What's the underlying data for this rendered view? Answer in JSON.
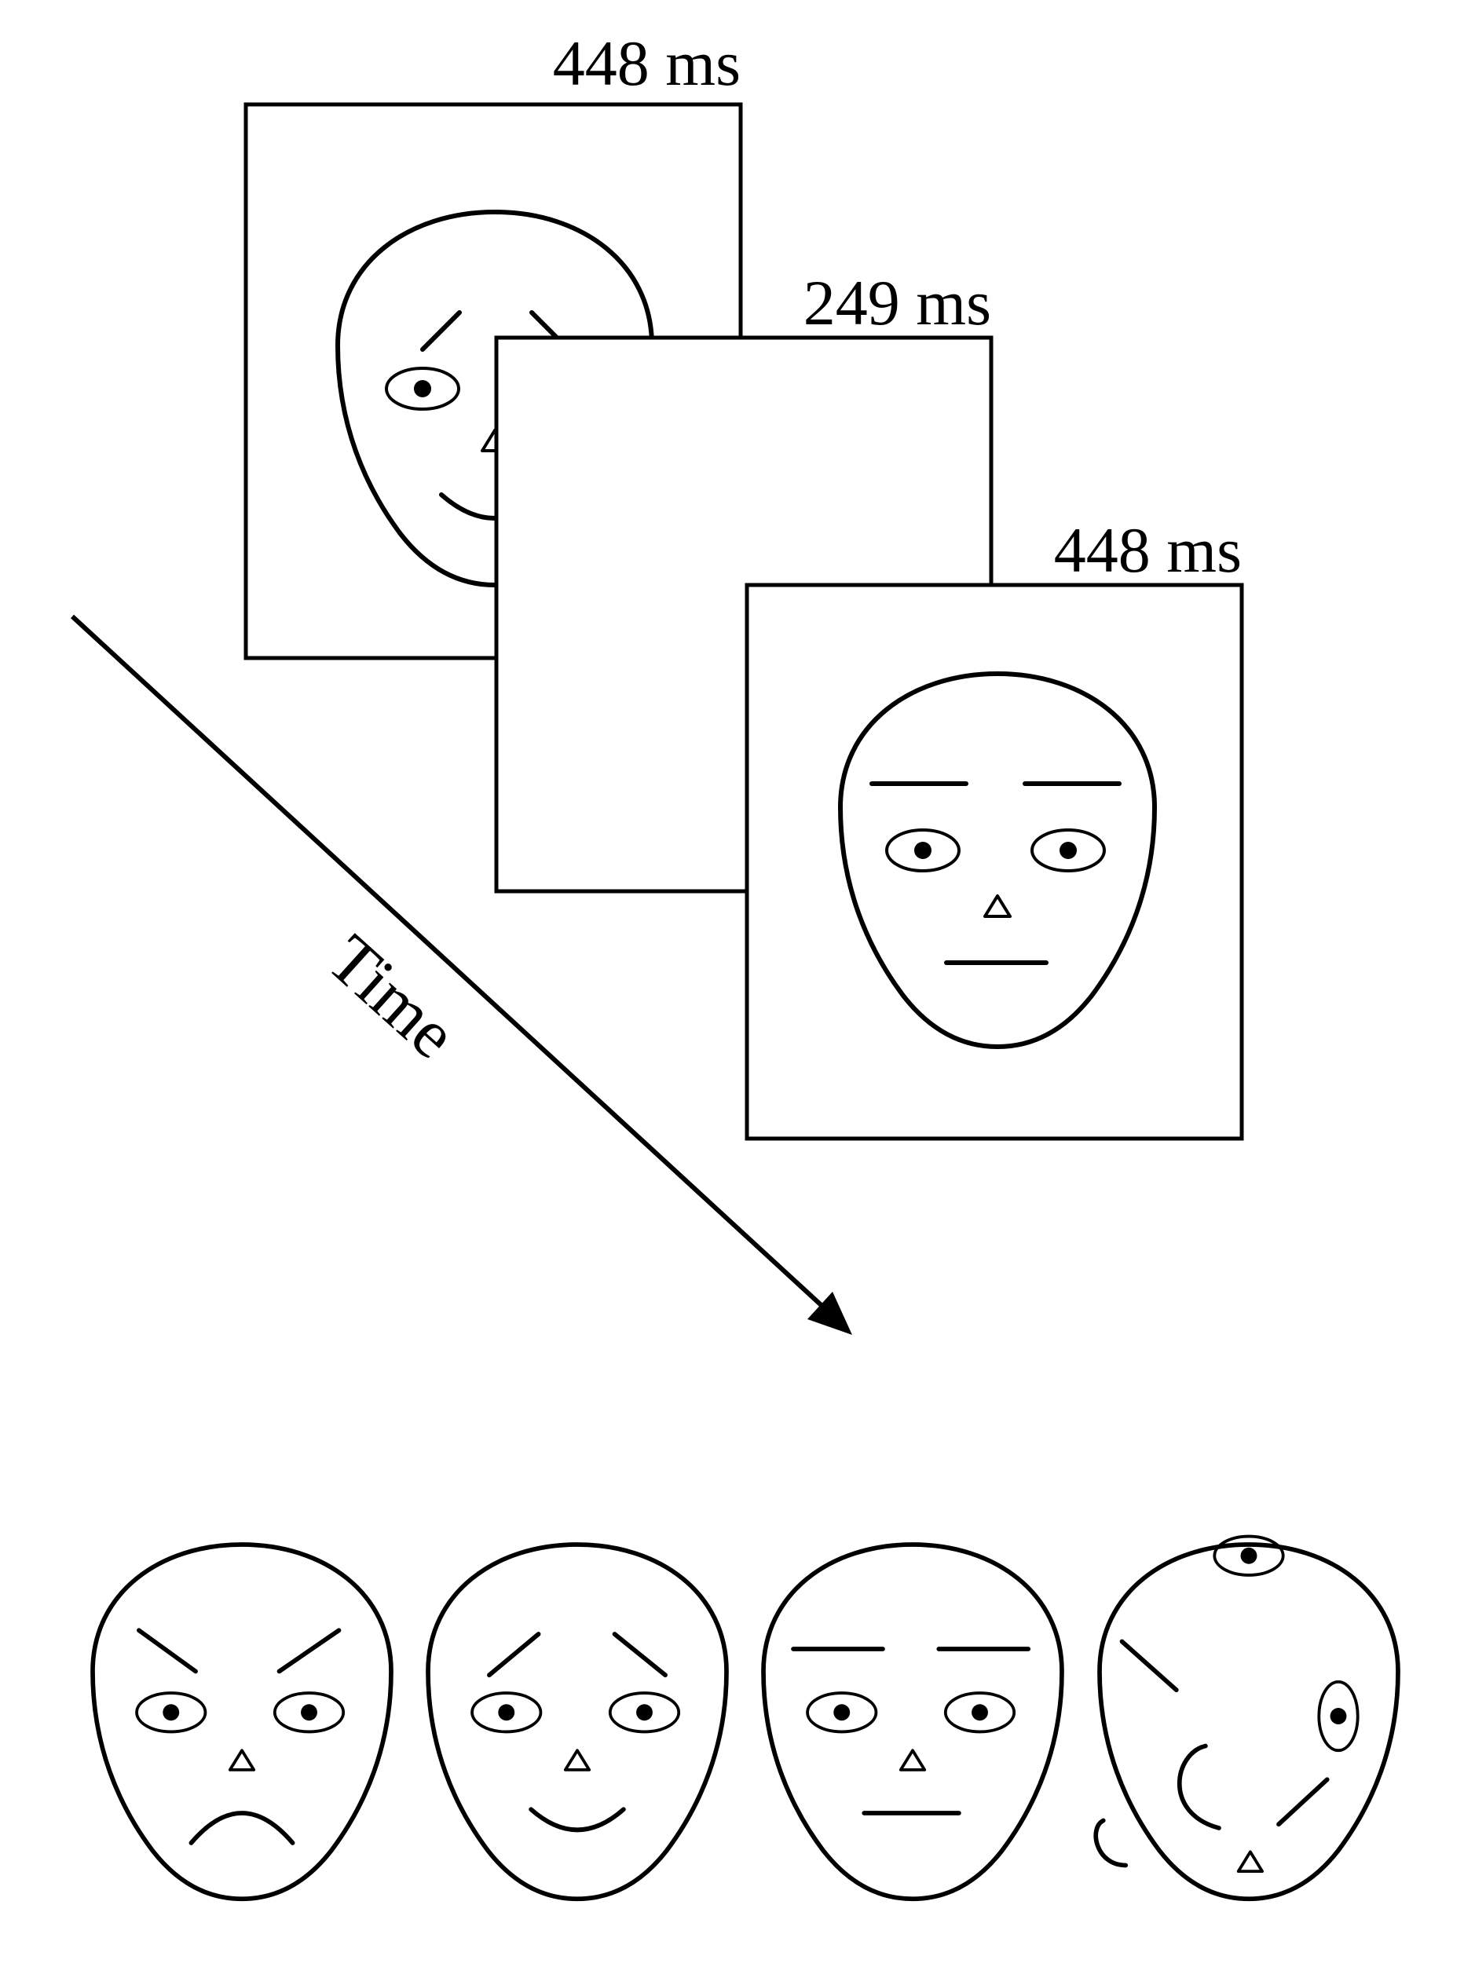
{
  "frames": [
    {
      "duration": "448 ms",
      "content": "happy-face"
    },
    {
      "duration": "249 ms",
      "content": "blank"
    },
    {
      "duration": "448 ms",
      "content": "neutral-face"
    }
  ],
  "time_label": "Time",
  "stimulus_faces": [
    "angry-face",
    "happy-face",
    "neutral-face",
    "scrambled-face"
  ]
}
